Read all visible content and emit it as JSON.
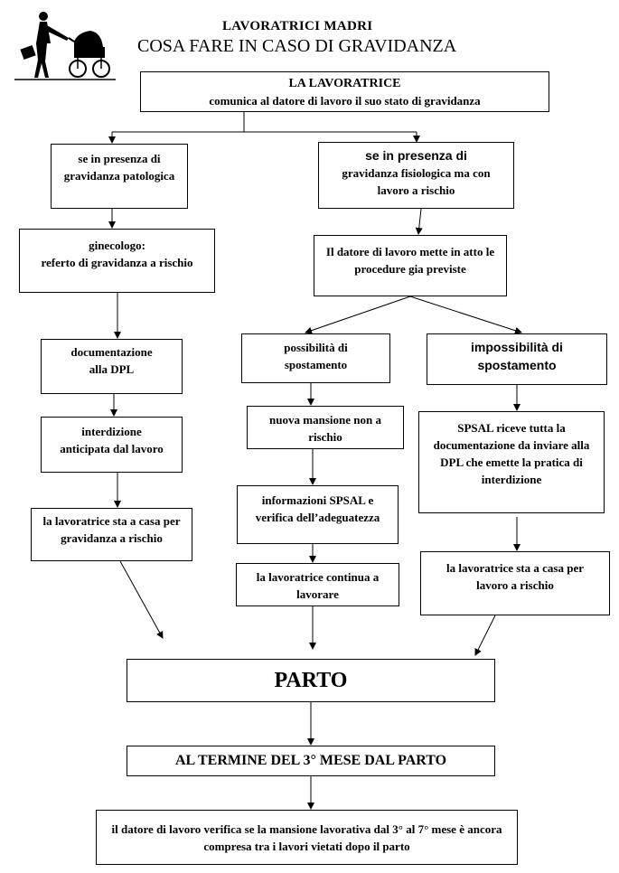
{
  "header": {
    "title_line1": "LAVORATRICI MADRI",
    "title_line2": "COSA FARE IN CASO DI GRAVIDANZA"
  },
  "nodes": {
    "start_title": "LA LAVORATRICE",
    "start_text": "comunica al datore di lavoro il suo stato di gravidanza",
    "left_condition": "se in presenza di gravidanza patologica",
    "right_condition_line1": "se in presenza di",
    "right_condition_line2": "gravidanza fisiologica ma con lavoro a rischio",
    "ginecologo_line1": "ginecologo:",
    "ginecologo_line2": "referto di gravidanza a rischio",
    "employer_procedures": "Il datore di lavoro mette in atto le procedure gia previste",
    "documentation": "documentazione alla DPL",
    "possible_move": "possibilità di spostamento",
    "impossible_move": "impossibilità di spostamento",
    "early_interdiction": "interdizione anticipata dal lavoro",
    "new_task": "nuova mansione non a rischio",
    "spsal_receives": "SPSAL riceve tutta la documentazione da inviare alla DPL che emette la pratica di interdizione",
    "spsal_info": "informazioni SPSAL e verifica dell’adeguatezza",
    "stay_home_pregnancy": "la lavoratrice sta a casa per gravidanza a rischio",
    "keeps_working": "la lavoratrice continua a lavorare",
    "stay_home_work": "la lavoratrice sta a casa per lavoro a rischio",
    "birth": "PARTO",
    "three_months": "AL TERMINE DEL 3° MESE DAL PARTO",
    "final_check": "il datore di lavoro verifica se la mansione lavorativa dal 3° al 7° mese è ancora compresa tra i lavori vietati dopo il parto"
  },
  "logo": {
    "icon": "mother-with-pram-icon"
  }
}
